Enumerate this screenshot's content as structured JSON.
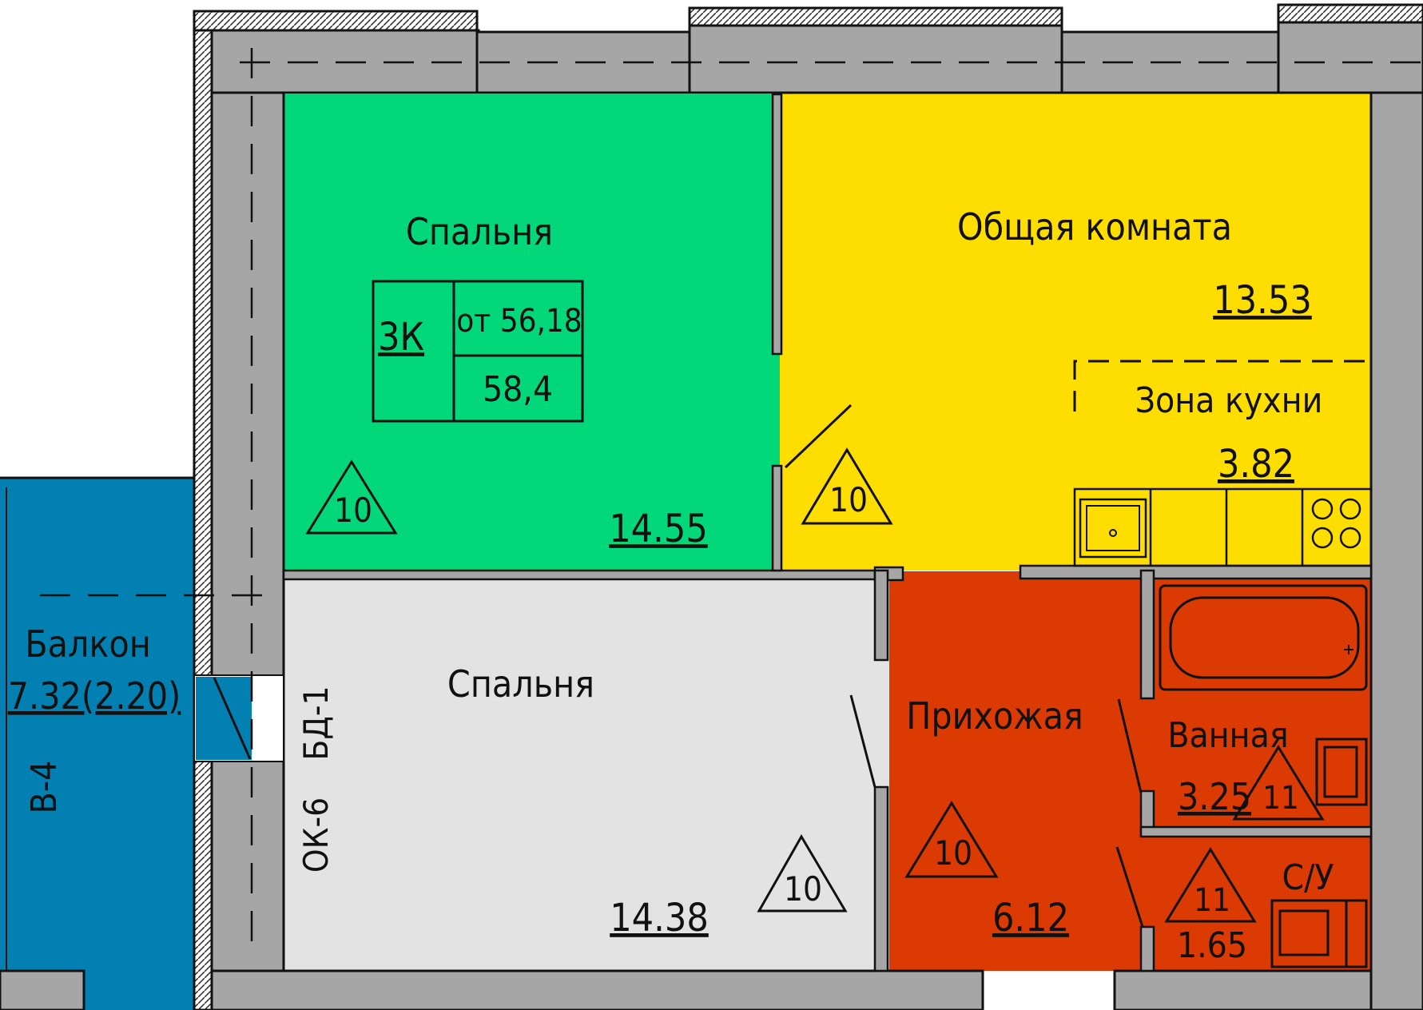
{
  "colors": {
    "bedroom_top": "#02D87A",
    "living": "#FEDD00",
    "bedroom_bottom": "#E3E3E3",
    "hall_bath": "#DB3A02",
    "balcony": "#0280B1",
    "wall": "#A6A6A6"
  },
  "rooms": {
    "bedroom_top": {
      "name": "Спальня",
      "area": "14.55",
      "marker": "10"
    },
    "living": {
      "name": "Общая комната",
      "area": "13.53",
      "marker": "10"
    },
    "kitchen_zone": {
      "name": "Зона кухни",
      "area": "3.82"
    },
    "bedroom_bottom": {
      "name": "Спальня",
      "area": "14.38",
      "marker": "10"
    },
    "hall": {
      "name": "Прихожая",
      "area": "6.12",
      "marker": "10"
    },
    "bath": {
      "name": "Ванная",
      "area": "3.25",
      "marker": "11"
    },
    "wc": {
      "name": "С/У",
      "area": "1.65",
      "marker": "11"
    },
    "balcony": {
      "name": "Балкон",
      "area": "7.32(2.20)"
    }
  },
  "summary": {
    "type": "3К",
    "area_from": "от 56,18",
    "area_total": "58,4"
  },
  "marks": {
    "door": "БД-1",
    "window": "ОК-6",
    "balcony_wall": "В-4"
  }
}
